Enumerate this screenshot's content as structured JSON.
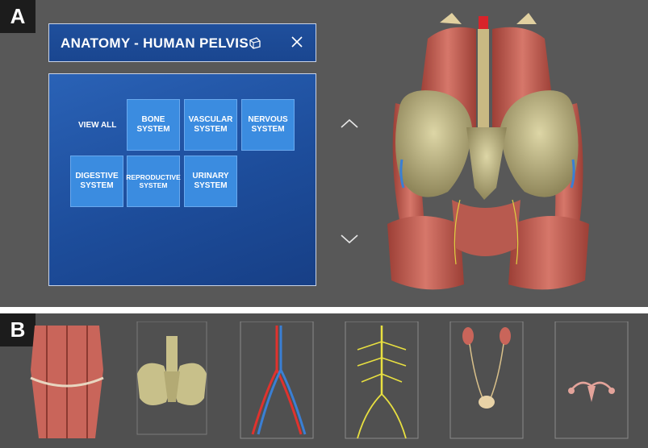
{
  "panel_a": {
    "label": "A"
  },
  "panel_b": {
    "label": "B"
  },
  "window": {
    "title": "ANATOMY - HUMAN PELVIS",
    "icons": [
      "cube-icon",
      "close-icon"
    ]
  },
  "menu": {
    "view_all": "VIEW ALL",
    "tiles": [
      {
        "label": "BONE\nSYSTEM"
      },
      {
        "label": "VASCULAR\nSYSTEM"
      },
      {
        "label": "NERVOUS\nSYSTEM"
      },
      {
        "label": "DIGESTIVE\nSYSTEM"
      },
      {
        "label": "REPRODUCTIVE\nSYSTEM"
      },
      {
        "label": "URINARY\nSYSTEM"
      }
    ]
  },
  "nav": {
    "icons": [
      "chevron-up-icon",
      "chevron-down-icon"
    ]
  },
  "colors": {
    "panel_bg": "#585858",
    "window_blue": "#1f4f9c",
    "tile_blue": "#3b8ce0",
    "muscle": "#c9655a",
    "bone": "#c8c08a",
    "artery": "#e0322e",
    "vein": "#3a7fd4",
    "nerve": "#e8e040"
  },
  "thumbnails": [
    "muscular-system-thumb",
    "skeletal-system-thumb",
    "vascular-system-thumb",
    "nervous-system-thumb",
    "urinary-system-thumb",
    "reproductive-system-thumb"
  ]
}
